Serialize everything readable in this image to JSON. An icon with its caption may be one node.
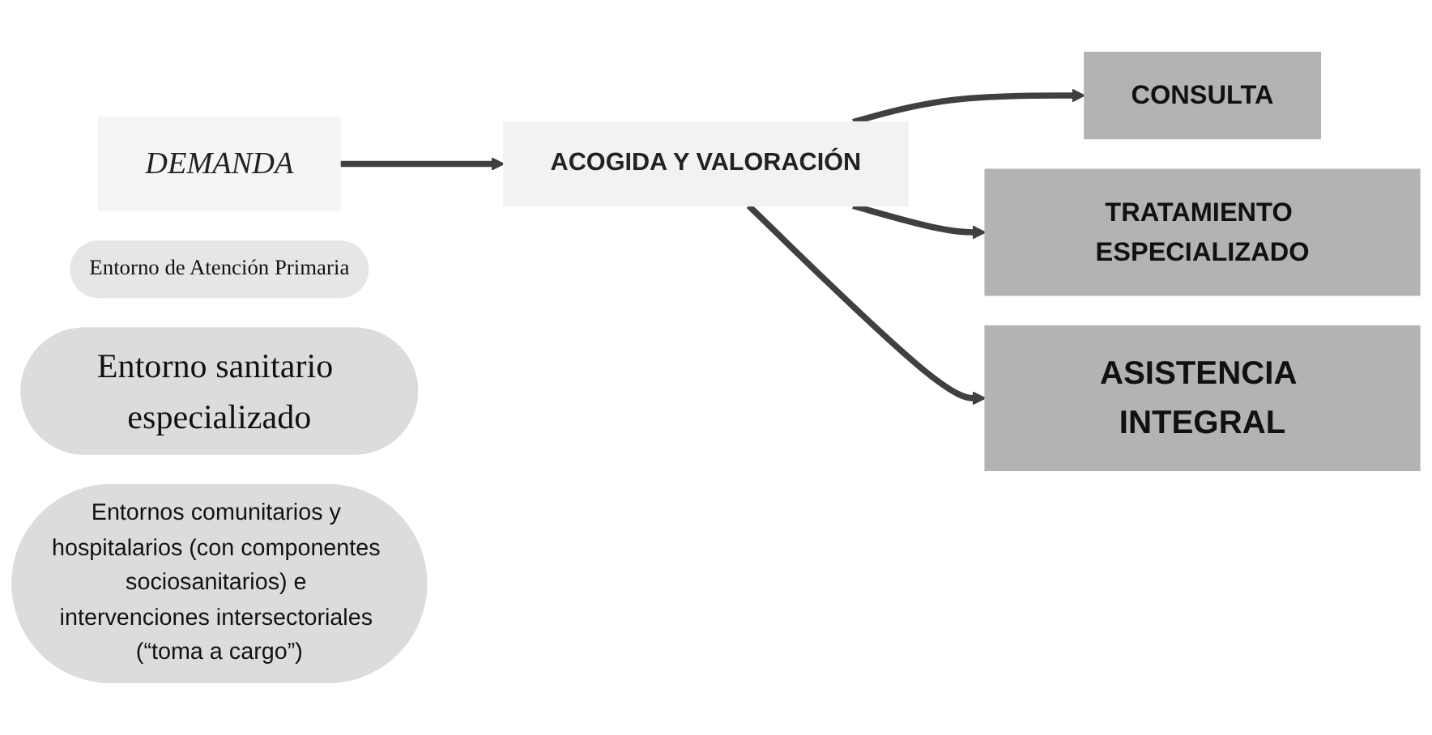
{
  "diagram": {
    "nodes": [
      {
        "text": [
          "DEMANDA"
        ]
      },
      {
        "text": [
          "ACOGIDA Y VALORACIÓN"
        ]
      },
      {
        "text": [
          "Entorno de Atención Primaria"
        ]
      },
      {
        "text": [
          "CONSULTA"
        ]
      },
      {
        "text": [
          "Entorno sanitario especializado"
        ]
      },
      {
        "text": [
          "TRATAMIENTO ESPECIALIZADO"
        ]
      },
      {
        "text": [
          "ASISTENCIA INTEGRAL"
        ]
      },
      {
        "text": [
          "Entornos comunitarios y hospitalarios (con componentes sociosanitarios) e intervenciones intersectoriales (“toma a cargo”)"
        ]
      }
    ],
    "edges": [
      {
        "from": 0,
        "to": 1,
        "arrow": "to"
      },
      {
        "from": 1,
        "to": 3,
        "arrow": "to"
      },
      {
        "from": 1,
        "to": 5,
        "arrow": "to"
      },
      {
        "from": 1,
        "to": 6,
        "arrow": "to"
      }
    ]
  }
}
